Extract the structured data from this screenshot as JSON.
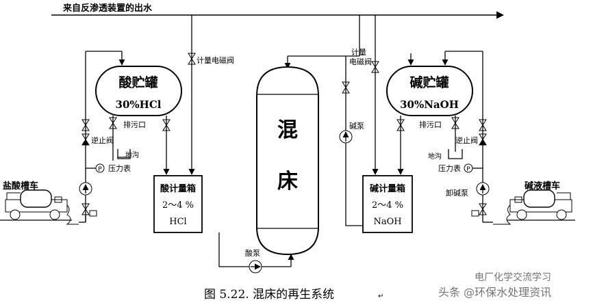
{
  "title": {
    "caption": "图 5.22. 混床的再生系统",
    "return_mark": "↵",
    "watermark_line1": "电厂化学交流学习",
    "watermark_line2": "头条 @环保水处理资讯"
  },
  "pipes": {
    "inlet_label": "来自反渗透装置的出水"
  },
  "acid_side": {
    "tank_title": "酸贮罐",
    "tank_conc": "30%HCl",
    "drain_label": "排污口",
    "ditch_label": "地沟",
    "check_valve_label": "逆止阀",
    "pressure_gauge_label": "压力表",
    "gauge_symbol": "P",
    "truck_label": "盐酸槽车",
    "meter_valve_label": "计量电磁阀",
    "measure_tank_title": "酸计量箱",
    "measure_tank_conc": "2～4 %",
    "measure_tank_chem": "HCl",
    "pump_label": "酸泵"
  },
  "alkali_side": {
    "tank_title": "碱贮罐",
    "tank_conc": "30%NaOH",
    "drain_label": "排污口",
    "ditch_label": "地沟",
    "check_valve_label": "逆止阀",
    "pressure_gauge_label": "压力表",
    "gauge_symbol": "P",
    "truck_label": "碱液槽车",
    "unload_pump_label": "卸碱泵",
    "meter_valve_label_1": "计量",
    "meter_valve_label_2": "电磁阀",
    "pump_label": "碱泵",
    "measure_tank_title": "碱计量箱",
    "measure_tank_conc": "2～4 %",
    "measure_tank_chem": "NaOH"
  },
  "mixed_bed": {
    "label_top": "混",
    "label_bottom": "床"
  }
}
